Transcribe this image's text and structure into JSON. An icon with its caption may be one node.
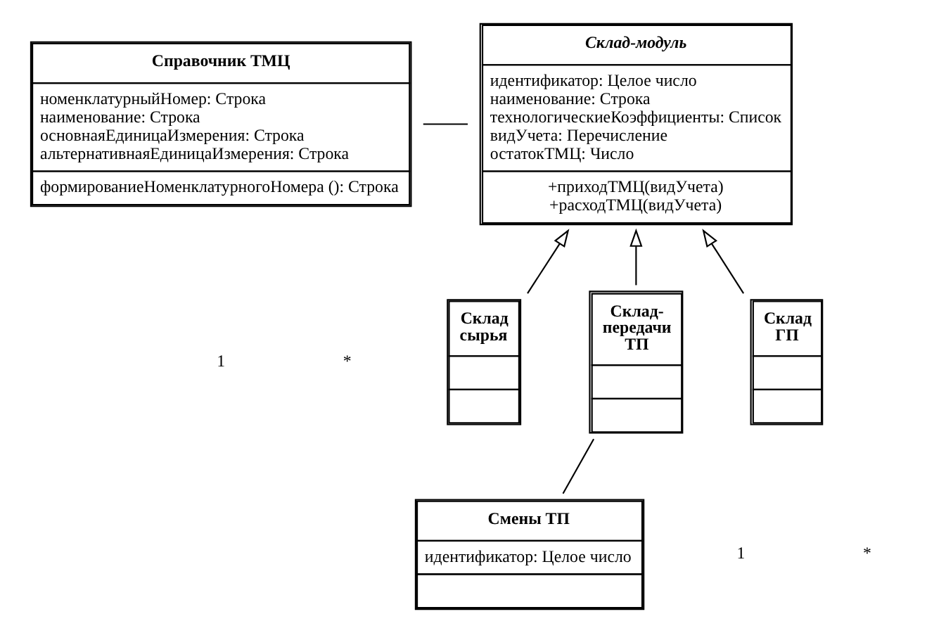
{
  "diagram": {
    "nodes": [
      {
        "text": [
          "Справочник ТМЦ",
          "номенклатурныйНомер: Строка",
          "наименование: Строка",
          "основнаяЕдиницаИзмерения: Строка",
          "альтернативнаяЕдиницаИзмерения: Строка",
          "формированиеНоменклатурногоНомера (): Строка"
        ]
      },
      {
        "text": [
          "Склад-модуль",
          "идентификатор: Целое число",
          "наименование: Строка",
          "технологическиеКоэффициенты: Список",
          "видУчета: Перечисление",
          "остатокТМЦ: Число",
          "+приходТМЦ(видУчета)",
          "+расходТМЦ(видУчета)"
        ]
      },
      {
        "text": [
          "Склад сырья"
        ]
      },
      {
        "text": [
          "Склад-передачи ТП"
        ]
      },
      {
        "text": [
          "Склад ГП"
        ]
      },
      {
        "text": [
          "Смены ТП",
          "идентификатор: Целое число"
        ]
      }
    ],
    "edges": [
      {
        "from": 0,
        "to": 1,
        "arrow": "none"
      },
      {
        "from": 2,
        "to": 1,
        "arrow": "to"
      },
      {
        "from": 3,
        "to": 1,
        "arrow": "to"
      },
      {
        "from": 4,
        "to": 1,
        "arrow": "to"
      },
      {
        "from": 3,
        "to": 5,
        "arrow": "none"
      }
    ],
    "labels": [
      "1",
      "*",
      "1",
      "*"
    ]
  }
}
